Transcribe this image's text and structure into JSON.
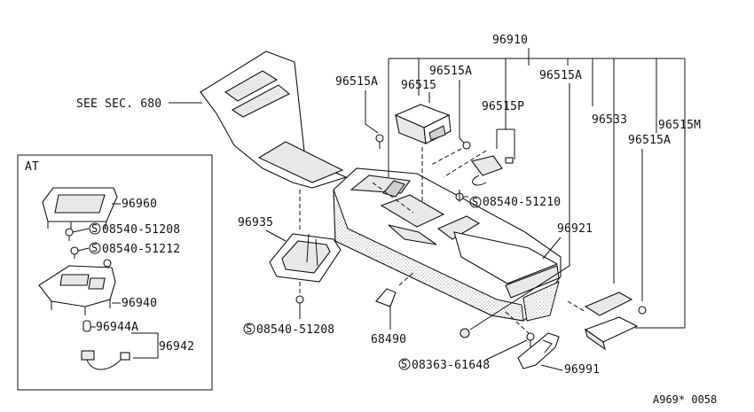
{
  "diagram": {
    "inset_title": "AT",
    "footer_code": "A969* 0058",
    "labels": {
      "see_sec": "SEE SEC. 680",
      "p96910": "96910",
      "p96515A_1": "96515A",
      "p96515A_2": "96515A",
      "p96515": "96515",
      "p96515A_3": "96515A",
      "p96515P": "96515P",
      "p96533": "96533",
      "p96515M": "96515M",
      "p96515A_4": "96515A",
      "p08540_51210": "08540-51210",
      "p96921": "96921",
      "p96935": "96935",
      "p08540_51208_main": "08540-51208",
      "p68490": "68490",
      "p08363_61648": "08363-61648",
      "p96991": "96991",
      "p96960": "96960",
      "p08540_51208_at": "08540-51208",
      "p08540_51212": "08540-51212",
      "p96940": "96940",
      "p96944A": "96944A",
      "p96942": "96942"
    },
    "screw_symbol": "S"
  }
}
